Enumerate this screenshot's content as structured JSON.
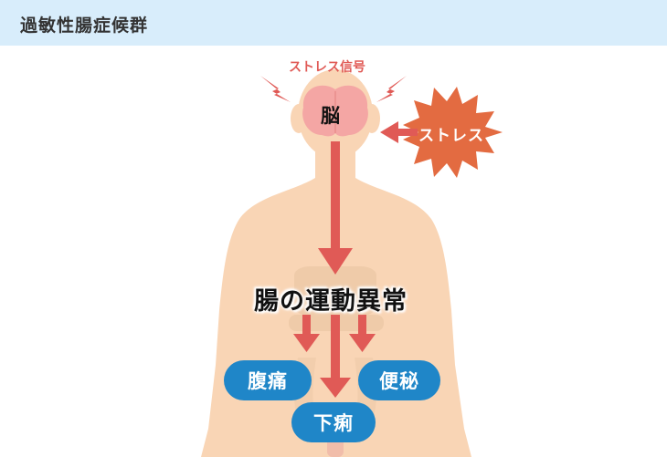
{
  "header": {
    "title": "過敏性腸症候群"
  },
  "diagram": {
    "stress_signal_label": "ストレス信号",
    "brain_label": "脳",
    "stress_label": "ストレス",
    "main_label": "腸の運動異常",
    "symptoms": [
      "腹痛",
      "便秘",
      "下痢"
    ]
  },
  "colors": {
    "header_bg": "#d8edfb",
    "skin": "#f9d5b5",
    "brain": "#f4a6a4",
    "arrow": "#e05a56",
    "stress_burst": "#e36b41",
    "symptom_pill": "#1f86c8",
    "intestine": "#eecaa8"
  },
  "icons": [
    "lightning-icon",
    "stress-burst-icon",
    "arrow-icon"
  ]
}
